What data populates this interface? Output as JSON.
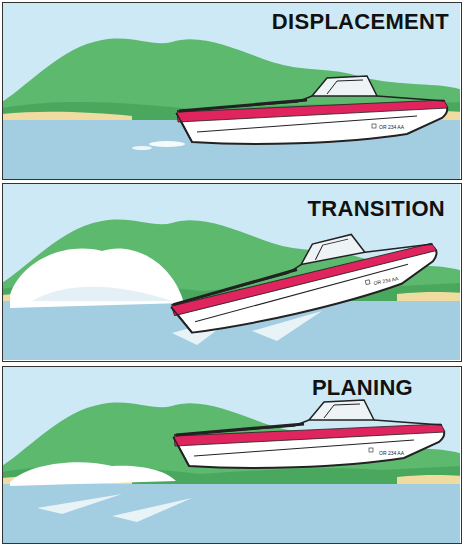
{
  "diagram": {
    "nodes": [
      {
        "text": [
          "DISPLACEMENT"
        ]
      },
      {
        "text": [
          "TRANSITION"
        ]
      },
      {
        "text": [
          "PLANING"
        ]
      }
    ],
    "labels": [
      "OR 234 AA",
      "OR 234 AA",
      "OR 234 AA"
    ]
  }
}
